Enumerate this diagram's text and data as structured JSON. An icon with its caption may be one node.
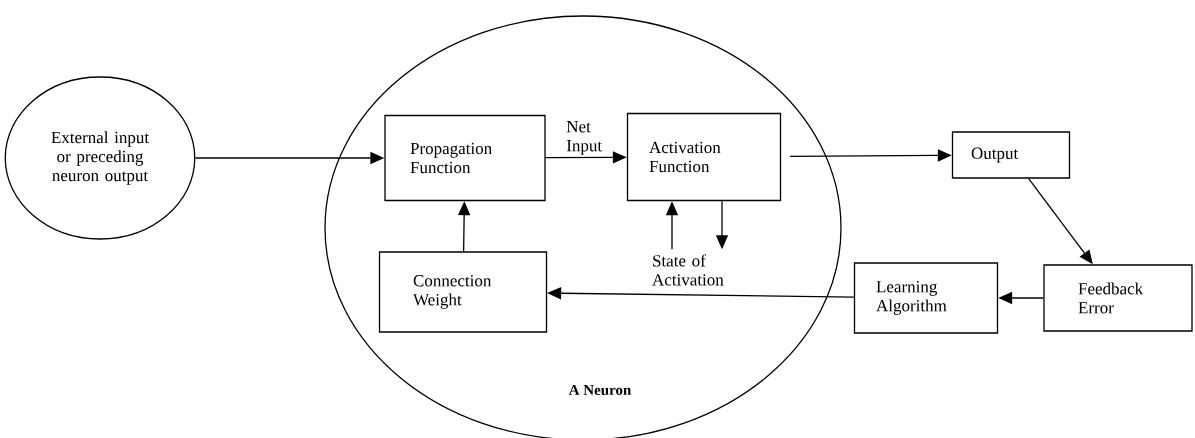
{
  "diagram": {
    "nodes": [
      {
        "text": [
          "A Neuron"
        ]
      },
      {
        "text": [
          "External input or preceding neuron output"
        ]
      },
      {
        "text": [
          "Propagation Function"
        ],
        "in": 0
      },
      {
        "text": [
          "Activation Function"
        ],
        "in": 0
      },
      {
        "text": [
          "Connection Weight"
        ],
        "in": 0
      },
      {
        "text": [
          "State of Activation"
        ],
        "in": 0
      },
      {
        "text": [
          "Output"
        ]
      },
      {
        "text": [
          "Feedback Error"
        ]
      },
      {
        "text": [
          "Learning Algorithm"
        ]
      }
    ],
    "edges": [
      {
        "from": 1,
        "to": 2,
        "arrow": "to"
      },
      {
        "from": 2,
        "to": 3,
        "arrow": "to",
        "label": "Net Input"
      },
      {
        "from": 4,
        "to": 2,
        "arrow": "to"
      },
      {
        "from": 5,
        "to": 3,
        "arrow": "to"
      },
      {
        "from": 3,
        "to": 5,
        "arrow": "to"
      },
      {
        "from": 3,
        "to": 6,
        "arrow": "to"
      },
      {
        "from": 6,
        "to": 7,
        "arrow": "to"
      },
      {
        "from": 7,
        "to": 8,
        "arrow": "to"
      },
      {
        "from": 8,
        "to": 4,
        "arrow": "to"
      }
    ]
  }
}
